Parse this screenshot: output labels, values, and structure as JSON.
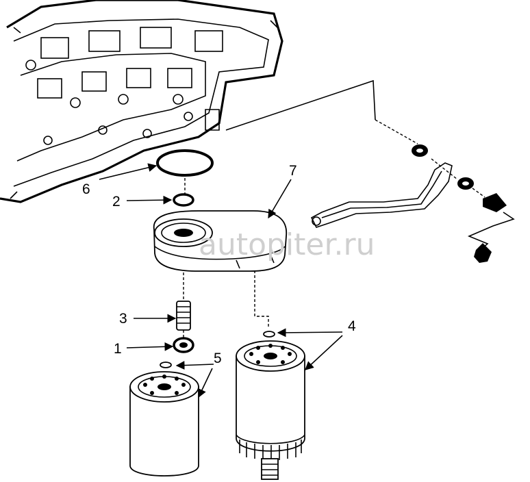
{
  "callouts": [
    {
      "id": "6",
      "text": "6"
    },
    {
      "id": "2",
      "text": "2"
    },
    {
      "id": "7",
      "text": "7"
    },
    {
      "id": "3",
      "text": "3"
    },
    {
      "id": "1",
      "text": "1"
    },
    {
      "id": "5",
      "text": "5"
    },
    {
      "id": "4",
      "text": "4"
    }
  ],
  "watermark": {
    "text": "autopiter.ru"
  }
}
